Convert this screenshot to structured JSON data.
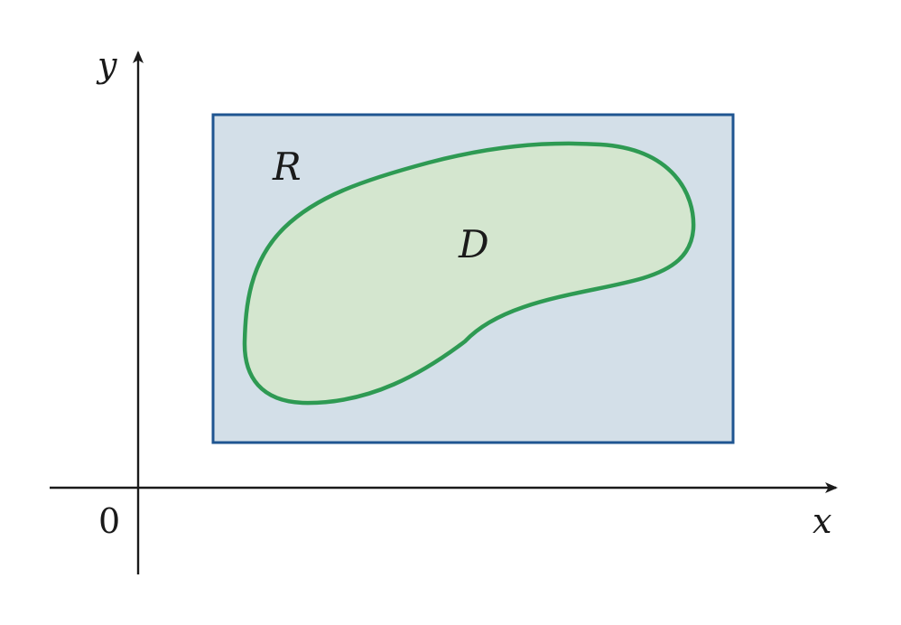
{
  "diagram": {
    "region_rect_label": "R",
    "region_blob_label": "D",
    "origin_label": "0",
    "x_axis_label": "x",
    "y_axis_label": "y",
    "colors": {
      "background": "#ffffff",
      "axis": "#1a1a1a",
      "rect_fill": "#d3dfe8",
      "rect_stroke": "#1f5591",
      "blob_fill": "#d4e6cf",
      "blob_stroke": "#2e9a53",
      "text": "#1a1a1a"
    }
  }
}
